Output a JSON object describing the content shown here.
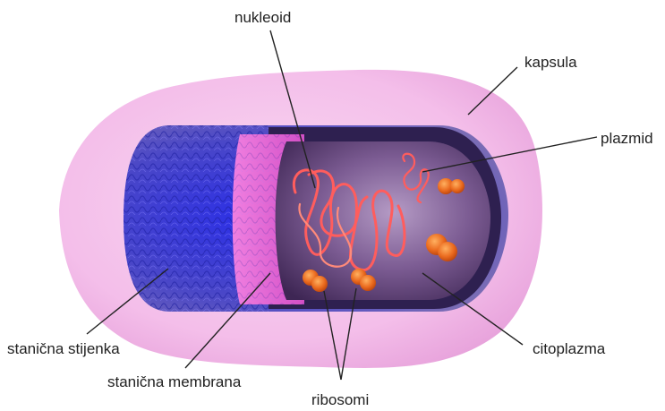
{
  "labels": {
    "nukleoid": "nukleoid",
    "kapsula": "kapsula",
    "plazmid": "plazmid",
    "stanicna_stijenka": "stanična stijenka",
    "stanicna_membrana": "stanična membrana",
    "ribosomi": "ribosomi",
    "citoplazma": "citoplazma"
  },
  "colors": {
    "capsule": "#f2b8e8",
    "cell_wall": "#3a3fcf",
    "membrane": "#e86ad6",
    "cytoplasm": "#5e3f7a",
    "nucleoid": "#ff5a5a",
    "ribosome": "#e8641e",
    "leader_line": "#222222"
  }
}
